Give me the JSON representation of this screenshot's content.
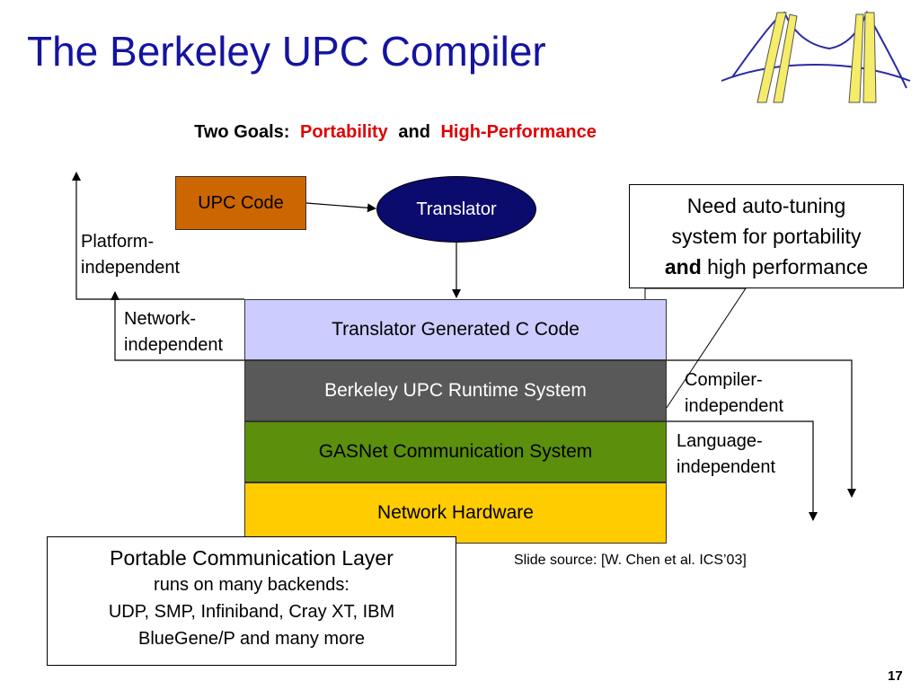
{
  "title": "The Berkeley UPC Compiler",
  "subtitle": {
    "prefix": "Two Goals:",
    "goal1": "Portability",
    "joiner": "and",
    "goal2": "High-Performance"
  },
  "nodes": {
    "upc_code": "UPC Code",
    "translator": "Translator"
  },
  "layers": {
    "translated_c": "Translator Generated C Code",
    "runtime": "Berkeley UPC Runtime System",
    "gasnet": "GASNet Communication System",
    "hardware": "Network Hardware"
  },
  "side_labels": {
    "platform": [
      "Platform-",
      "independent"
    ],
    "network": [
      "Network-",
      "independent"
    ],
    "compiler": [
      "Compiler-",
      "independent"
    ],
    "language": [
      "Language-",
      "independent"
    ]
  },
  "autotune_callout": {
    "line1": "Need auto-tuning",
    "line2": "system for portability",
    "bold": "and",
    "line3_rest": "high performance"
  },
  "portable_callout": {
    "title": "Portable Communication Layer",
    "line1": "runs on many backends:",
    "line2": "UDP, SMP, Infiniband, Cray XT, IBM",
    "line3": "BlueGene/P and many more"
  },
  "source_note": "Slide source: [W. Chen et al. ICS’03]",
  "slide_number": "17",
  "colors": {
    "title": "#1414a0",
    "upc_code_box": "#cc6600",
    "translator_ellipse": "#0b0b6e",
    "layer_c": "#ccccff",
    "layer_runtime": "#595959",
    "layer_gasnet": "#5c8f0c",
    "layer_hardware": "#ffcc00",
    "goal_highlight": "#e00000"
  },
  "logo": {
    "icon": "bridge-logo-icon"
  }
}
